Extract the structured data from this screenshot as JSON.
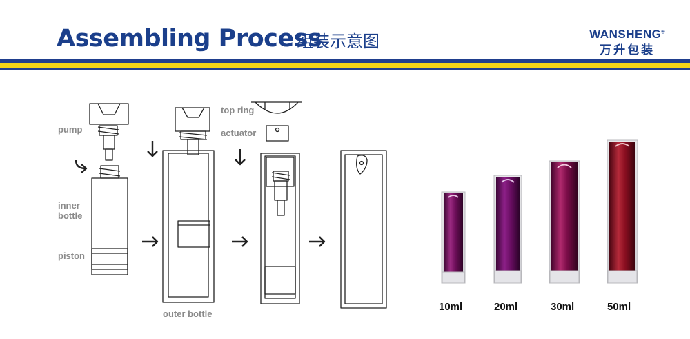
{
  "header": {
    "title": "Assembling Process",
    "subtitle": "组装示意图",
    "logo_en": "WANSHENG",
    "logo_cn": "万升包装"
  },
  "labels": {
    "pump": "pump",
    "inner_bottle_1": "inner",
    "inner_bottle_2": "bottle",
    "piston": "piston",
    "outer_bottle": "outer bottle",
    "top_ring": "top ring",
    "actuator": "actuator"
  },
  "products": [
    {
      "capacity": "10ml"
    },
    {
      "capacity": "20ml"
    },
    {
      "capacity": "30ml"
    },
    {
      "capacity": "50ml"
    }
  ],
  "colors": {
    "brand_blue": "#1f3e8d",
    "band_yellow": "#f3d417",
    "bottle_purple": "#7a1060",
    "bottle_red": "#8e1024"
  }
}
